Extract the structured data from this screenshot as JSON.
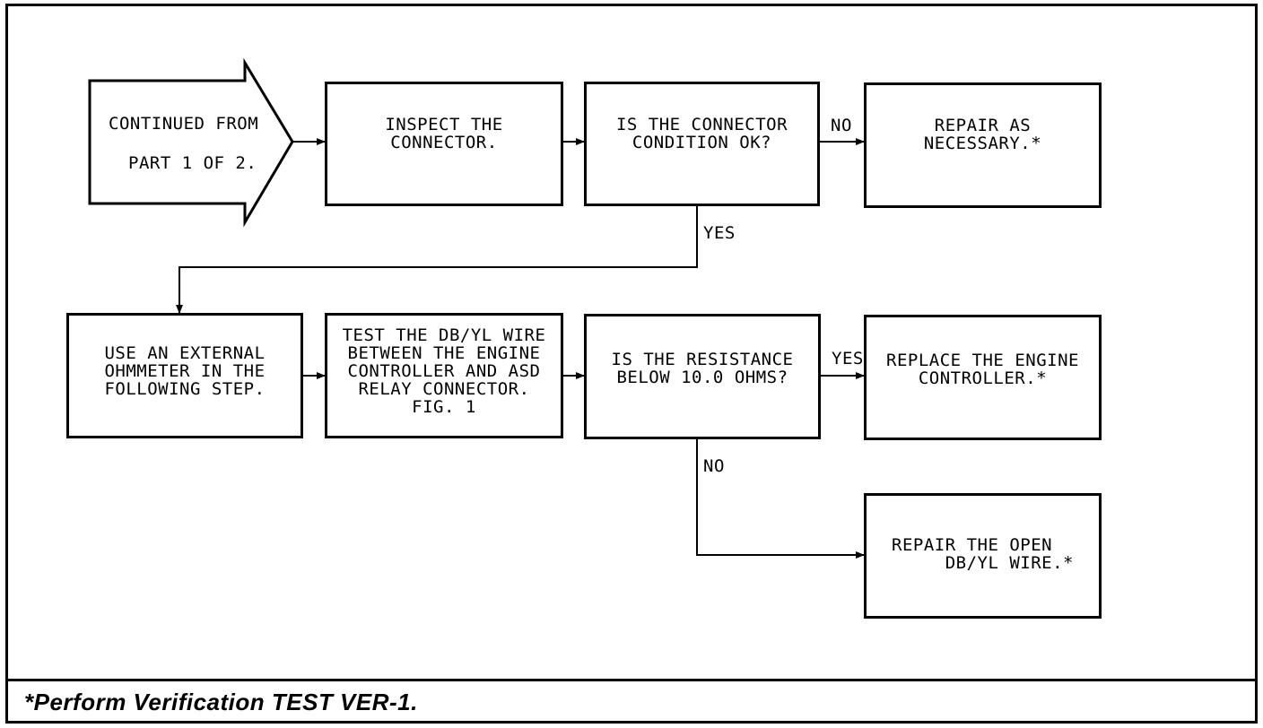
{
  "start": {
    "line1": "CONTINUED FROM",
    "line2": "PART 1 OF 2."
  },
  "boxes": {
    "inspect": "INSPECT THE\nCONNECTOR.",
    "connector_ok": "IS THE CONNECTOR\nCONDITION OK?",
    "repair_necessary": "REPAIR AS\nNECESSARY.*",
    "use_ohmmeter": "USE AN EXTERNAL\nOHMMETER IN THE\nFOLLOWING STEP.",
    "test_wire": "TEST THE DB/YL WIRE\nBETWEEN THE ENGINE\nCONTROLLER AND ASD\nRELAY CONNECTOR.\nFIG. 1",
    "resistance_check": "IS THE RESISTANCE\nBELOW 10.0 OHMS?",
    "replace_controller": "REPLACE THE ENGINE\nCONTROLLER.*",
    "repair_open": "REPAIR THE OPEN\n     DB/YL WIRE.*"
  },
  "labels": {
    "no_1": "NO",
    "yes_1": "YES",
    "yes_2": "YES",
    "no_2": "NO"
  },
  "footer": {
    "note": "*Perform Verification TEST VER-1."
  }
}
